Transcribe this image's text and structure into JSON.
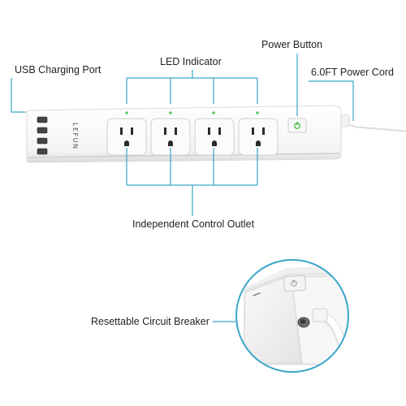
{
  "labels": {
    "usb_port": "USB Charging Port",
    "led_indicator": "LED Indicator",
    "power_button": "Power Button",
    "power_cord": "6.0FT Power Cord",
    "control_outlet": "Independent Control Outlet",
    "circuit_breaker": "Resettable Circuit Breaker"
  },
  "product": {
    "brand": "LEFUN",
    "outlet_count": 4,
    "usb_port_count": 4
  },
  "colors": {
    "callout_line": "#3aa6c8",
    "led": "#5cc85c",
    "power_led": "#3fbf3f",
    "body": "#ffffff",
    "body_edge": "#d6d6d6"
  }
}
